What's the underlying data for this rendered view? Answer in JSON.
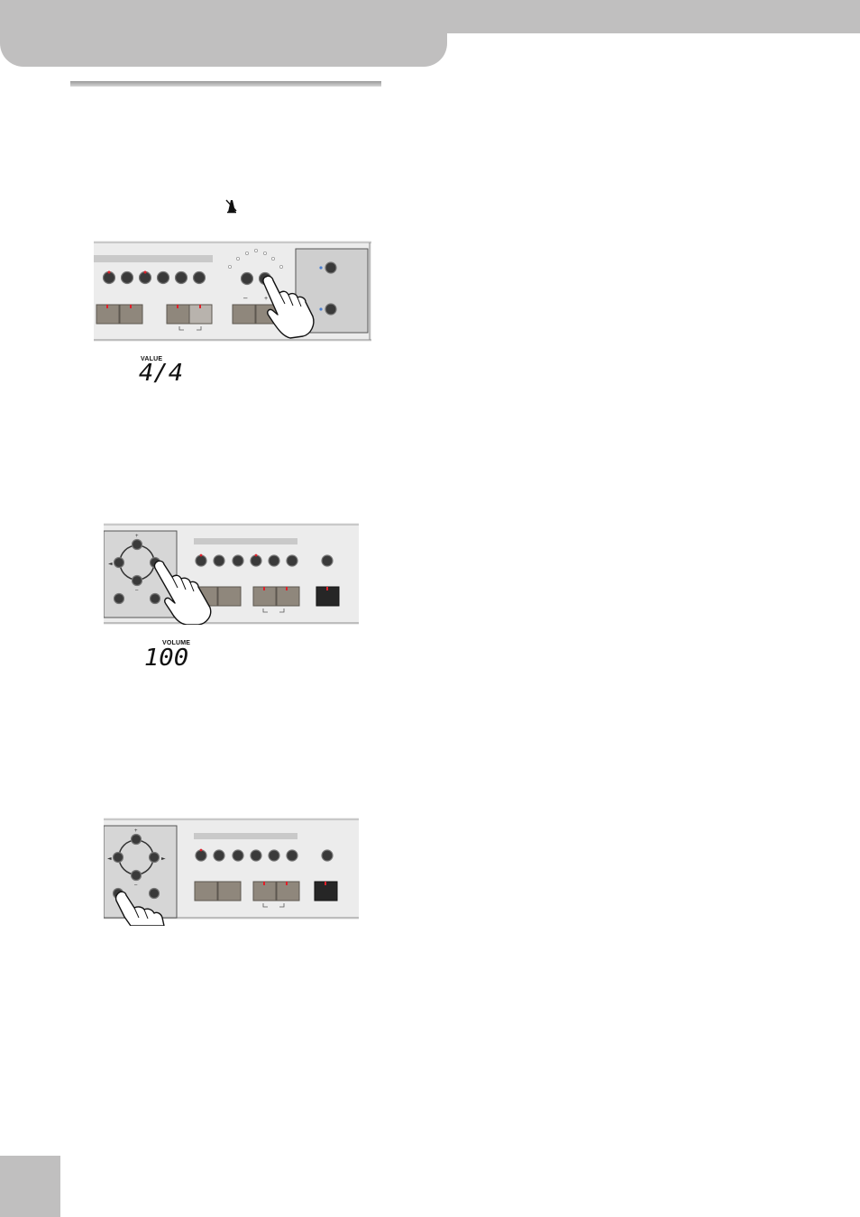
{
  "display_1": {
    "label": "VALUE",
    "value": "4/4"
  },
  "display_2": {
    "label": "VOLUME",
    "value": "100"
  },
  "colors": {
    "header_gray": "#c0bfbf",
    "panel_bg": "#ececec",
    "button_tan": "#8f877c",
    "led_red": "#e0202a",
    "knob_dark": "#3a3a3a"
  },
  "icons": {
    "metronome": "metronome-icon",
    "hand": "pointing-hand-icon"
  },
  "panel_1": {
    "minus_label": "–",
    "plus_label": "+"
  },
  "panel_2": {
    "up_label": "+",
    "down_label": "–",
    "left_arrow": "◄",
    "right_arrow": "►"
  },
  "panel_3": {
    "up_label": "+",
    "down_label": "–",
    "left_arrow": "◄",
    "right_arrow": "►"
  }
}
